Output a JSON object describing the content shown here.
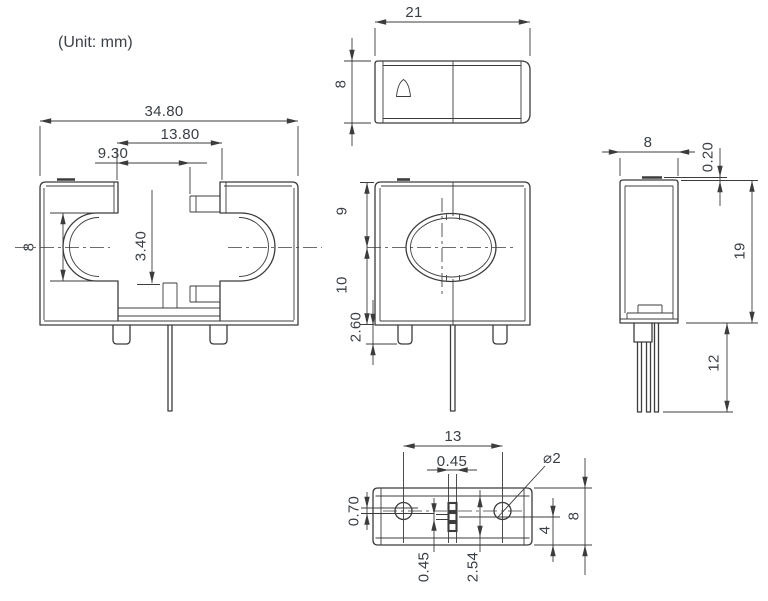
{
  "drawing": {
    "unit_note": "(Unit: mm)",
    "colors": {
      "line": "#3c3c3c",
      "text": "#3a3f45"
    },
    "views": {
      "rear": {
        "overall_width": "34.80",
        "slot_width": "13.80",
        "tab_offset": "9.30",
        "opening_height": "8",
        "tab_depth": "3.40"
      },
      "top": {
        "width": "21",
        "depth": "8"
      },
      "front": {
        "center_from_top": "9",
        "center_to_bottom": "10",
        "standoff_height": "2.60"
      },
      "side": {
        "depth": "8",
        "lid_step": "0.20",
        "body_height": "19",
        "pin_length": "12"
      },
      "bottom": {
        "hole_spacing": "13",
        "pin_width": "0.45",
        "hole_diameter": "⌀2",
        "hole_offset": "0.70",
        "pin_thickness": "0.45",
        "pin_pitch": "2.54",
        "pin_row_inset": "4",
        "depth": "8"
      }
    }
  }
}
